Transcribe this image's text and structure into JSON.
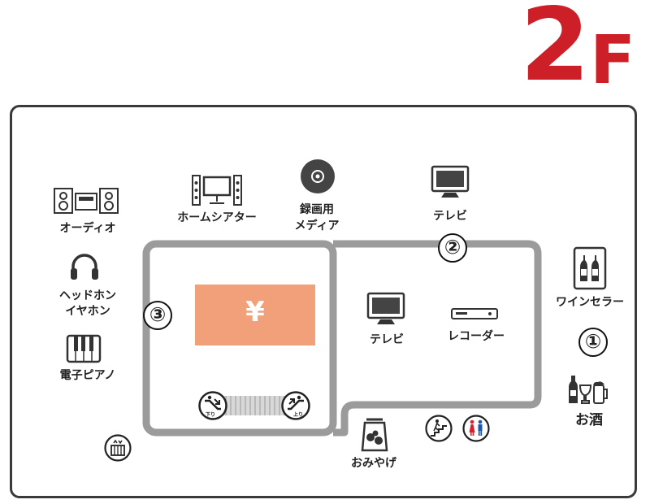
{
  "floor": {
    "number": "2",
    "letter": "F",
    "color": "#cc1f28"
  },
  "areas": {
    "area_1": "①",
    "area_2": "②",
    "area_3": "③"
  },
  "cashier": {
    "symbol": "¥",
    "color": "#f2a07a"
  },
  "sections": {
    "audio": "オーディオ",
    "headphones": [
      "ヘッドホン",
      "イヤホン"
    ],
    "piano": "電子ピアノ",
    "home_theater": "ホームシアター",
    "media": [
      "録画用",
      "メディア"
    ],
    "tv_top": "テレビ",
    "tv_inner": "テレビ",
    "recorder": "レコーダー",
    "wine_cellar": "ワインセラー",
    "liquor": "お酒",
    "souvenirs": "おみやげ"
  },
  "icons": {
    "escalator_down_tag": "下り",
    "escalator_up_tag": "上り",
    "elevator": "elevator-icon",
    "stairs": "stairs-icon",
    "restroom": "restroom-icon"
  },
  "route_color": "#9b9b9b"
}
